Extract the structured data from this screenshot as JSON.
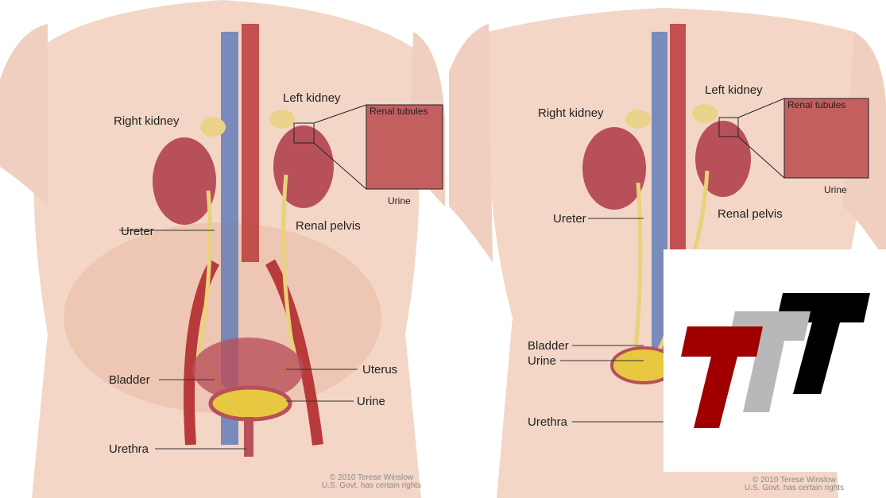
{
  "left_panel": {
    "labels": {
      "right_kidney": "Right kidney",
      "left_kidney": "Left kidney",
      "renal_tubules": "Renal tubules",
      "urine_inset": "Urine",
      "ureter": "Ureter",
      "renal_pelvis": "Renal pelvis",
      "uterus": "Uterus",
      "bladder": "Bladder",
      "urine": "Urine",
      "urethra": "Urethra"
    },
    "copyright_line1": "© 2010 Terese Winslow",
    "copyright_line2": "U.S. Govt. has certain rights"
  },
  "right_panel": {
    "labels": {
      "right_kidney": "Right kidney",
      "left_kidney": "Left kidney",
      "renal_tubules": "Renal tubules",
      "urine_inset": "Urine",
      "ureter": "Ureter",
      "renal_pelvis": "Renal pelvis",
      "bladder": "Bladder",
      "urine": "Urine",
      "urethra": "Urethra"
    },
    "copyright_line1": "© 2010 Terese Winslow",
    "copyright_line2": "U.S. Govt. has certain rights"
  },
  "logo": {
    "text": "TTT",
    "colors": [
      "#a00000",
      "#b8b8b8",
      "#000000"
    ]
  },
  "colors": {
    "skin": "#f2d2c2",
    "kidney": "#b8505a",
    "vein": "#5a78b8",
    "artery": "#b83a3a",
    "ureter": "#e8d27a"
  }
}
